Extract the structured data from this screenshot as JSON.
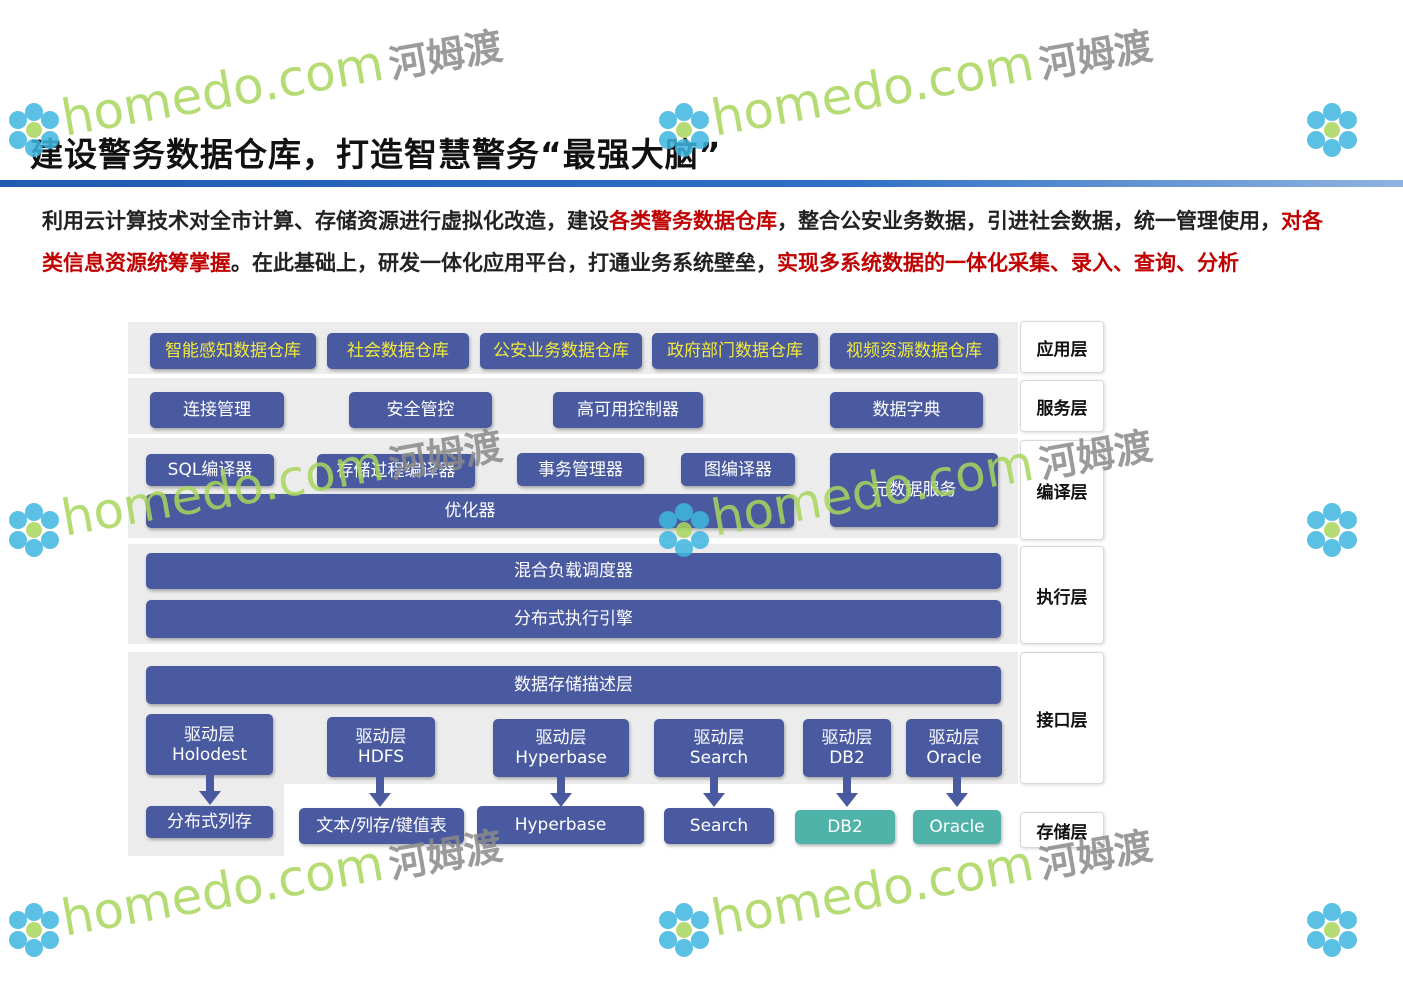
{
  "title": "建设警务数据仓库，打造智慧警务“最强大脑”",
  "paragraph": {
    "p1": "利用云计算技术对全市计算、存储资源进行虚拟化改造，建设",
    "h1": "各类警务数据仓库",
    "p2": "，整合公安业务数据，引进社会数据，统一管理使用，",
    "h2": "对各类信息资源统筹掌握",
    "p3": "。在此基础上，研发一体化应用平台，打通业务系统壁垒，",
    "h3": "实现多系统数据的一体化采集、录入、查询、分析"
  },
  "layers": {
    "app": "应用层",
    "service": "服务层",
    "compile": "编译层",
    "exec": "执行层",
    "interface": "接口层",
    "storage": "存储层"
  },
  "app_boxes": [
    "智能感知数据仓库",
    "社会数据仓库",
    "公安业务数据仓库",
    "政府部门数据仓库",
    "视频资源数据仓库"
  ],
  "service_boxes": [
    "连接管理",
    "安全管控",
    "高可用控制器",
    "数据字典"
  ],
  "compile_boxes": {
    "sql": "SQL编译器",
    "proc": "存储过程编译器",
    "txn": "事务管理器",
    "graph": "图编译器",
    "meta": "元数据服务",
    "opt": "优化器"
  },
  "exec_boxes": [
    "混合负载调度器",
    "分布式执行引擎"
  ],
  "interface_top": "数据存储描述层",
  "drivers": [
    {
      "l1": "驱动层",
      "l2": "Holodest"
    },
    {
      "l1": "驱动层",
      "l2": "HDFS"
    },
    {
      "l1": "驱动层",
      "l2": "Hyperbase"
    },
    {
      "l1": "驱动层",
      "l2": "Search"
    },
    {
      "l1": "驱动层",
      "l2": "DB2"
    },
    {
      "l1": "驱动层",
      "l2": "Oracle"
    }
  ],
  "storage_boxes": [
    "分布式列存",
    "文本/列存/键值表",
    "Hyperbase",
    "Search",
    "DB2",
    "Oracle"
  ],
  "watermark": {
    "en": "homedo.com",
    "cn": "河姆渡"
  },
  "colors": {
    "box": "#4a5aa0",
    "yellow_text": "#f3ea3c",
    "teal": "#4fb3a9",
    "highlight": "#c00000",
    "rule": "#1f5bb0"
  }
}
